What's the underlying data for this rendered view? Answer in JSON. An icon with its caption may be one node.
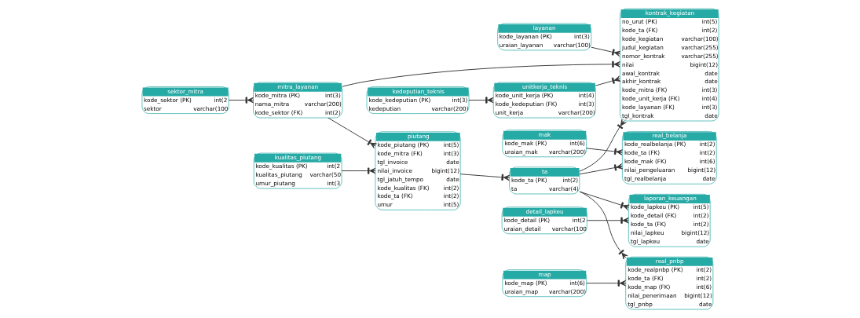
{
  "diagram": {
    "nodes": [
      {
        "text": [
          "layanan",
          "kode_layanan (PK)",
          "int(3)",
          "uraian_layanan",
          "varchar(100)"
        ]
      },
      {
        "text": [
          "kontrak_kegiatan",
          "no_urut (PK)",
          "int(5)",
          "kode_ta (FK)",
          "int(2)",
          "kode_kegiatan",
          "varchar(100)",
          "judul_kegiatan",
          "varchar(255)",
          "nomor_kontrak",
          "varchar(255)",
          "nilai",
          "bigint(12)",
          "awal_kontrak",
          "date",
          "akhir_kontrak",
          "date",
          "kode_mitra (FK)",
          "int(3)",
          "kode_unit_kerja (FK)",
          "int(4)",
          "kode_layanan (FK)",
          "int(3)",
          "tgl_kontrak",
          "date"
        ]
      },
      {
        "text": [
          "sektor_mitra",
          "kode_sektor (PK)",
          "int(2",
          "sektor",
          "varchar(100"
        ]
      },
      {
        "text": [
          "kedeputian_teknis",
          "kode_kedeputian (PK)",
          "int(3)",
          "kedeputian",
          "varchar(200)"
        ]
      },
      {
        "text": [
          "mitra_layanan",
          "kode_mitra (PK)",
          "int(3)",
          "nama_mitra",
          "varchar(200)",
          "kode_sektor (FK)",
          "int(2)"
        ]
      },
      {
        "text": [
          "unitkerja_teknis",
          "kode_unit_kerja (PK)",
          "int(4)",
          "kode_kedeputian (FK)",
          "int(3)",
          "unit_kerja",
          "varchar(200)"
        ]
      },
      {
        "text": [
          "kualitas_piutang",
          "kode_kualitas (PK)",
          "int(2",
          "kualitas_piutang",
          "varchar(50",
          "umur_piutang",
          "int(3"
        ]
      },
      {
        "text": [
          "piutang",
          "kode_piutang (PK)",
          "int(5)",
          "kode_mitra (FK)",
          "int(3)",
          "tgl_invoice",
          "date",
          "nilai_invoice",
          "bigint(12)",
          "tgl_jatuh_tempo",
          "date",
          "kode_kualitas (FK)",
          "int(2)",
          "kode_ta (FK)",
          "int(2)",
          "umur",
          "int(5)"
        ]
      },
      {
        "text": [
          "mak",
          "kode_mak (PK)",
          "int(6)",
          "uraian_mak",
          "varchar(200)"
        ]
      },
      {
        "text": [
          "real_belanja",
          "kode_realbelanja (PK)",
          "int(2)",
          "kode_ta (FK)",
          "int(2)",
          "kode_mak (FK)",
          "int(6)",
          "nilai_pengeluaran",
          "bigint(12)",
          "tgl_realbelanja",
          "date"
        ]
      },
      {
        "text": [
          "ta",
          "kode_ta (PK)",
          "int(2)",
          "ta",
          "varchar(4)"
        ]
      },
      {
        "text": [
          "detail_lapkeu",
          "kode_detail (PK)",
          "int(2",
          "uraian_detail",
          "varchar(100"
        ]
      },
      {
        "text": [
          "laporan_keuangan",
          "kode_lapkeu (PK)",
          "int(5)",
          "kode_detail (FK)",
          "int(2)",
          "kode_ta (FK)",
          "int(2)",
          "nilai_lapkeu",
          "bigint(12)",
          "tgl_lapkeu",
          "date"
        ]
      },
      {
        "text": [
          "map",
          "kode_map (PK)",
          "int(6)",
          "uraian_map",
          "varchar(200)"
        ]
      },
      {
        "text": [
          "real_pnbp",
          "kode_realpnbp (PK)",
          "int(2)",
          "kode_ta (FK)",
          "int(2)",
          "kode_map (FK)",
          "int(6)",
          "nilai_penerimaan",
          "bigint(12)",
          "tgl_pnbp",
          "date"
        ]
      }
    ],
    "edges": [
      {
        "from": 0,
        "to": 1,
        "arrow": "other"
      },
      {
        "from": 5,
        "to": 1,
        "arrow": "other"
      },
      {
        "from": 3,
        "to": 5,
        "arrow": "other"
      },
      {
        "from": 4,
        "to": 1,
        "arrow": "other"
      },
      {
        "from": 2,
        "to": 4,
        "arrow": "other"
      },
      {
        "from": 4,
        "to": 7,
        "arrow": "other"
      },
      {
        "from": 6,
        "to": 7,
        "arrow": "other"
      },
      {
        "from": 10,
        "to": 1,
        "arrow": "other"
      },
      {
        "from": 7,
        "to": 10,
        "arrow": "other"
      },
      {
        "from": 10,
        "to": 9,
        "arrow": "other"
      },
      {
        "from": 8,
        "to": 9,
        "arrow": "other"
      },
      {
        "from": 10,
        "to": 14,
        "arrow": "other"
      },
      {
        "from": 13,
        "to": 14,
        "arrow": "other"
      },
      {
        "from": 10,
        "to": 12,
        "arrow": "other"
      },
      {
        "from": 11,
        "to": 12,
        "arrow": "other"
      }
    ]
  }
}
